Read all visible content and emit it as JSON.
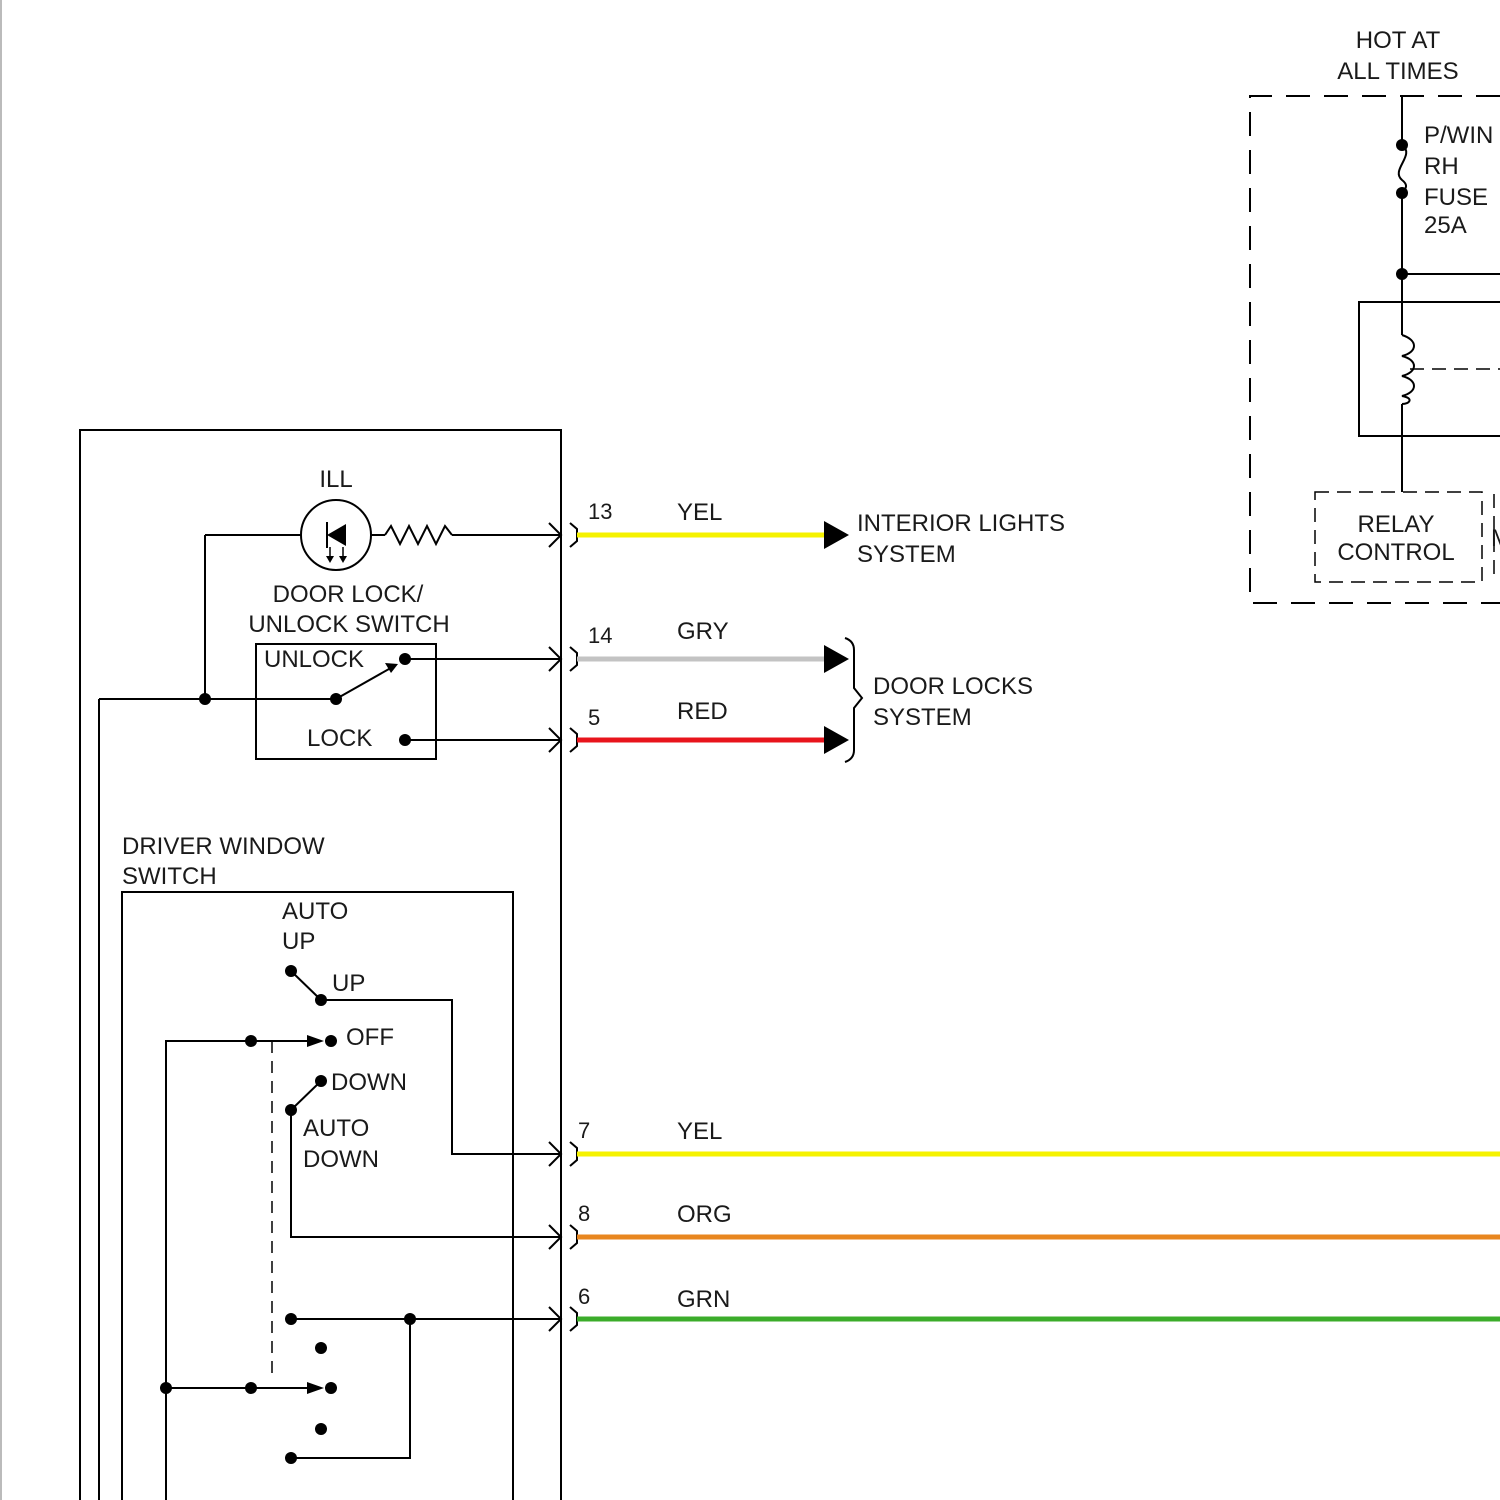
{
  "power": {
    "hot_line1": "HOT AT",
    "hot_line2": "ALL TIMES",
    "fuse_line1": "P/WIN",
    "fuse_line2": "RH",
    "fuse_line3": "FUSE",
    "fuse_line4": "25A",
    "relay_line1": "RELAY",
    "relay_line2": "CONTROL",
    "cut_char1": "I",
    "cut_char2": "M"
  },
  "ill": {
    "label": "ILL"
  },
  "door_switch": {
    "title_line1": "DOOR LOCK/",
    "title_line2": "UNLOCK SWITCH",
    "unlock": "UNLOCK",
    "lock": "LOCK"
  },
  "window_switch": {
    "title_line1": "DRIVER WINDOW",
    "title_line2": "SWITCH",
    "auto_up_1": "AUTO",
    "auto_up_2": "UP",
    "up": "UP",
    "off": "OFF",
    "down": "DOWN",
    "auto_down_1": "AUTO",
    "auto_down_2": "DOWN"
  },
  "wires": [
    {
      "pin": "13",
      "color_name": "YEL",
      "hex": "#f5f200"
    },
    {
      "pin": "14",
      "color_name": "GRY",
      "hex": "#c3c3c3"
    },
    {
      "pin": "5",
      "color_name": "RED",
      "hex": "#e8141c"
    },
    {
      "pin": "7",
      "color_name": "YEL",
      "hex": "#f5f200"
    },
    {
      "pin": "8",
      "color_name": "ORG",
      "hex": "#e8861f"
    },
    {
      "pin": "6",
      "color_name": "GRN",
      "hex": "#3bac2a"
    }
  ],
  "destinations": {
    "interior_line1": "INTERIOR LIGHTS",
    "interior_line2": "SYSTEM",
    "doorlocks_line1": "DOOR LOCKS",
    "doorlocks_line2": "SYSTEM"
  }
}
